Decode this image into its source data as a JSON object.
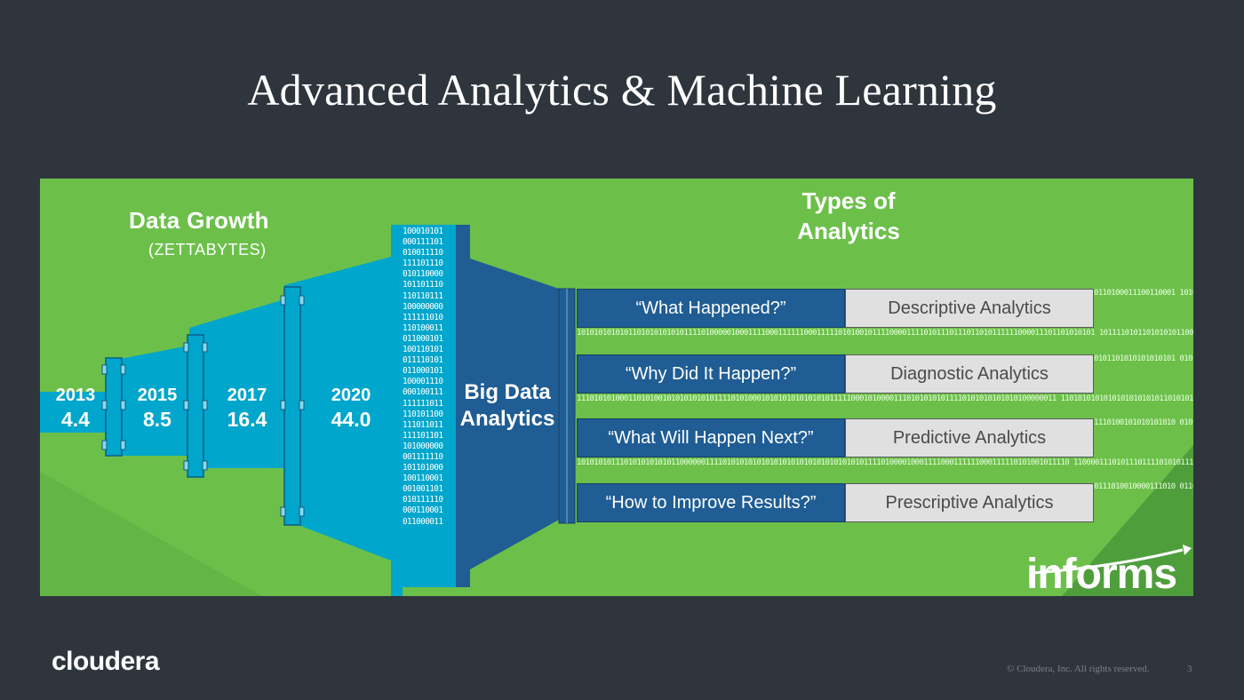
{
  "slide": {
    "title": "Advanced Analytics & Machine Learning",
    "logo": "cloudera",
    "copyright": "© Cloudera, Inc. All rights reserved.",
    "page_number": "3"
  },
  "diagram": {
    "data_growth_title": "Data Growth",
    "data_growth_unit": "(ZETTABYTES)",
    "years": [
      {
        "year": "2013",
        "value": "4.4"
      },
      {
        "year": "2015",
        "value": "8.5"
      },
      {
        "year": "2017",
        "value": "16.4"
      },
      {
        "year": "2020",
        "value": "44.0"
      }
    ],
    "big_data_label": "Big Data Analytics",
    "types_title": "Types of Analytics",
    "rows": [
      {
        "question": "“What Happened?”",
        "type": "Descriptive Analytics"
      },
      {
        "question": "“Why Did It Happen?”",
        "type": "Diagnostic Analytics"
      },
      {
        "question": "“What Will Happen Next?”",
        "type": "Predictive Analytics"
      },
      {
        "question": "“How to Improve Results?”",
        "type": "Prescriptive Analytics"
      }
    ],
    "brand": "informs",
    "colors": {
      "background": "#2f353d",
      "panel": "#6cc04a",
      "pipe": "#00a6cc",
      "big_data": "#1f5d94",
      "answer_box": "#e0e0e0"
    }
  }
}
